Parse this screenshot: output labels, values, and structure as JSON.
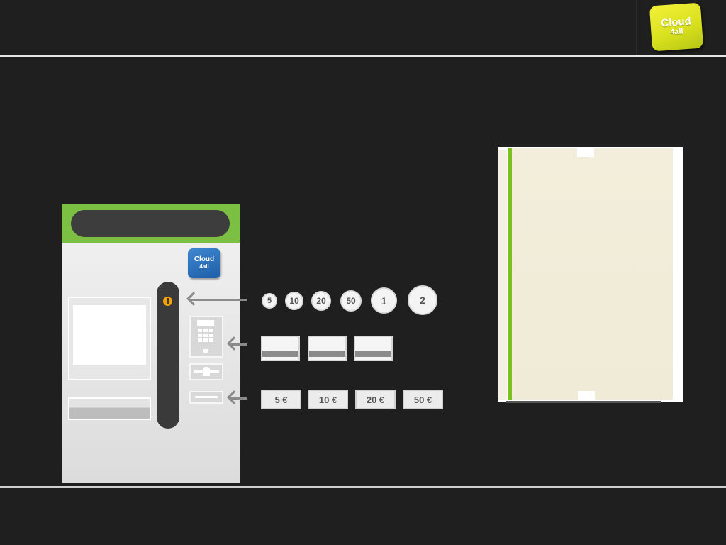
{
  "brand": {
    "main": "Cloud",
    "sub": "4all"
  },
  "machine": {
    "logo_main": "Cloud",
    "logo_sub": "4all"
  },
  "coins": [
    {
      "label": "5"
    },
    {
      "label": "10"
    },
    {
      "label": "20"
    },
    {
      "label": "50"
    },
    {
      "label": "1"
    },
    {
      "label": "2"
    }
  ],
  "notes": [
    {
      "label": "5 €"
    },
    {
      "label": "10 €"
    },
    {
      "label": "20 €"
    },
    {
      "label": "50 €"
    }
  ],
  "colors": {
    "background": "#1f1f1f",
    "machine_header": "#7bc043",
    "coin_slot": "#f0a500",
    "logo_yellow": "#d9e21e",
    "notepad_spine": "#7cc21e"
  },
  "icons": {
    "coin_slot": "coin-slot-icon",
    "keypad": "keypad-icon",
    "card_slot": "card-slot-icon",
    "note_slot": "banknote-slot-icon"
  }
}
